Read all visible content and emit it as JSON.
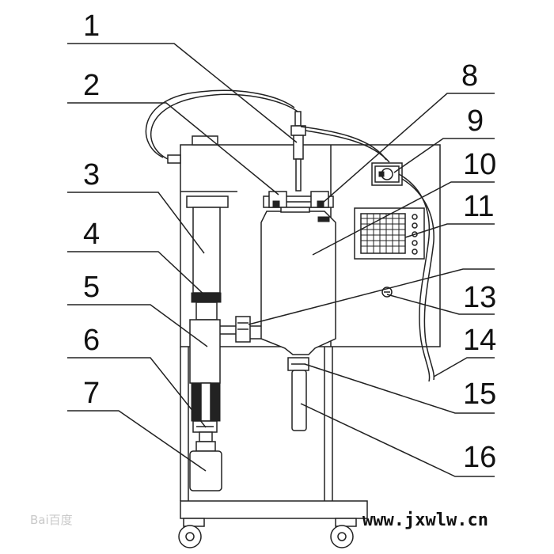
{
  "labels": {
    "n1": "1",
    "n2": "2",
    "n3": "3",
    "n4": "4",
    "n5": "5",
    "n6": "6",
    "n7": "7",
    "n8": "8",
    "n9": "9",
    "n10": "10",
    "n11": "11",
    "n13": "13",
    "n14": "14",
    "n15": "15",
    "n16": "16"
  },
  "site_text": "www.jxwlw.cn",
  "watermark_text": "Bai百度"
}
